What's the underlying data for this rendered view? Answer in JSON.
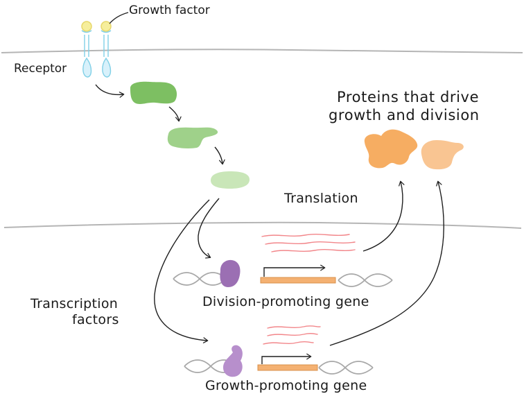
{
  "labels": {
    "growth_factor": "Growth factor",
    "receptor": "Receptor",
    "proteins_line1": "Proteins that drive",
    "proteins_line2": "growth and division",
    "translation": "Translation",
    "transcription_line1": "Transcription",
    "transcription_line2": "factors",
    "division_gene": "Division-promoting gene",
    "growth_gene": "Growth-promoting gene"
  },
  "colors": {
    "membrane": "#b5b5b5",
    "growth_factor_fill": "#f6ee9c",
    "growth_factor_stroke": "#e7d76a",
    "receptor_fill": "#d8f1fb",
    "receptor_stroke": "#7fcfe6",
    "kinase_1": "#7dbf62",
    "kinase_2": "#9fd18a",
    "kinase_3": "#c9e6b8",
    "protein_1": "#f6ad62",
    "protein_2": "#f9c592",
    "mrna": "#f2868a",
    "transcription_factor_1": "#9b6fb3",
    "transcription_factor_2": "#b78fcc",
    "gene_bar": "#f4b172",
    "dna": "#a8a8a8",
    "arrow": "#1e1e1e"
  }
}
